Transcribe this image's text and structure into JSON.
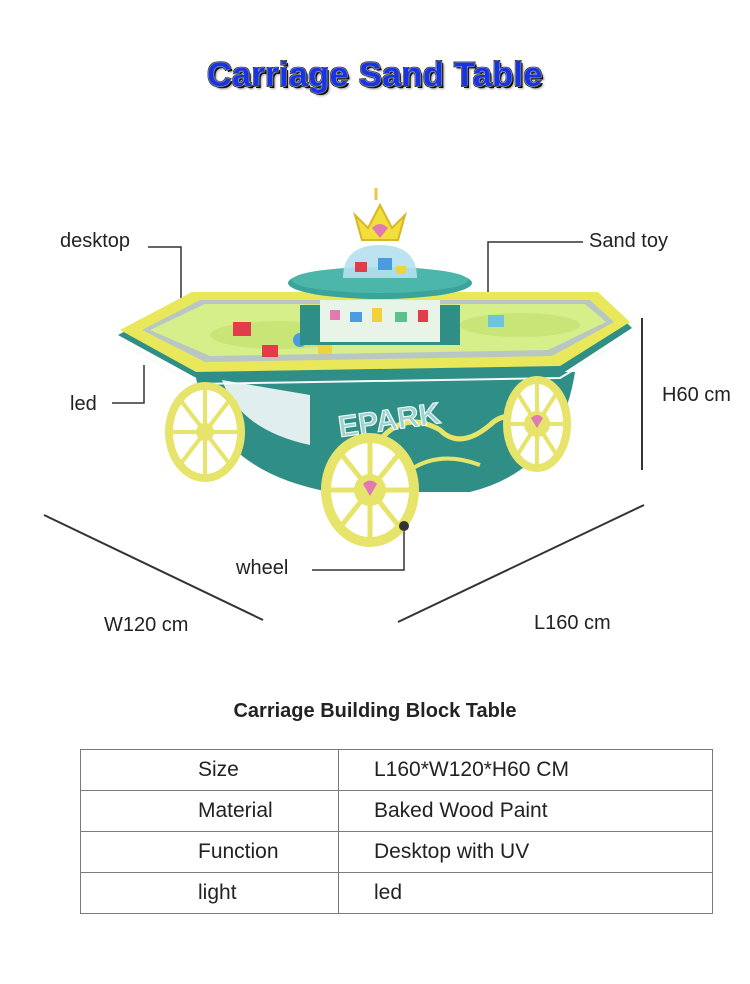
{
  "title": "Carriage Sand Table",
  "labels": {
    "desktop": "desktop",
    "sand_toy": "Sand toy",
    "led": "led",
    "height": "H60 cm",
    "wheel": "wheel",
    "width": "W120 cm",
    "length": "L160 cm"
  },
  "logo_text": "EPARK",
  "subtitle": "Carriage Building Block Table",
  "specs": [
    {
      "key": "Size",
      "value": "L160*W120*H60 CM"
    },
    {
      "key": "Material",
      "value": "Baked Wood Paint"
    },
    {
      "key": "Function",
      "value": "Desktop with UV"
    },
    {
      "key": "light",
      "value": "led"
    }
  ],
  "colors": {
    "title": "#1733e6",
    "table_teal": "#2f8f86",
    "table_yellow": "#e8e85a",
    "sand": "#d6ef8a",
    "wheel_yellow": "#e6e46a",
    "heart": "#e07ab0"
  }
}
